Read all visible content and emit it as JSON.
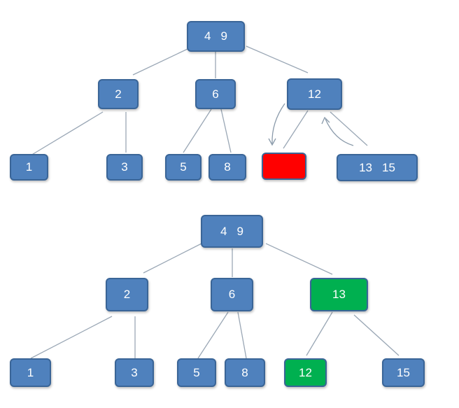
{
  "colors": {
    "node_blue": "#4f81bd",
    "node_red": "#ff0000",
    "node_green": "#00b050",
    "edge": "#9aa7b5"
  },
  "tree_before": {
    "root": {
      "keys": [
        "4",
        "9"
      ]
    },
    "level1": [
      {
        "keys": [
          "2"
        ]
      },
      {
        "keys": [
          "6"
        ]
      },
      {
        "keys": [
          "12"
        ]
      }
    ],
    "level2": [
      {
        "keys": [
          "1"
        ]
      },
      {
        "keys": [
          "3"
        ]
      },
      {
        "keys": [
          "5"
        ]
      },
      {
        "keys": [
          "8"
        ]
      },
      {
        "keys": [],
        "state": "empty-red"
      },
      {
        "keys": [
          "13",
          "15"
        ]
      }
    ]
  },
  "tree_after": {
    "root": {
      "keys": [
        "4",
        "9"
      ]
    },
    "level1": [
      {
        "keys": [
          "2"
        ]
      },
      {
        "keys": [
          "6"
        ]
      },
      {
        "keys": [
          "13"
        ],
        "state": "green"
      }
    ],
    "level2": [
      {
        "keys": [
          "1"
        ]
      },
      {
        "keys": [
          "3"
        ]
      },
      {
        "keys": [
          "5"
        ]
      },
      {
        "keys": [
          "8"
        ]
      },
      {
        "keys": [
          "12"
        ],
        "state": "green"
      },
      {
        "keys": [
          "15"
        ]
      }
    ]
  }
}
